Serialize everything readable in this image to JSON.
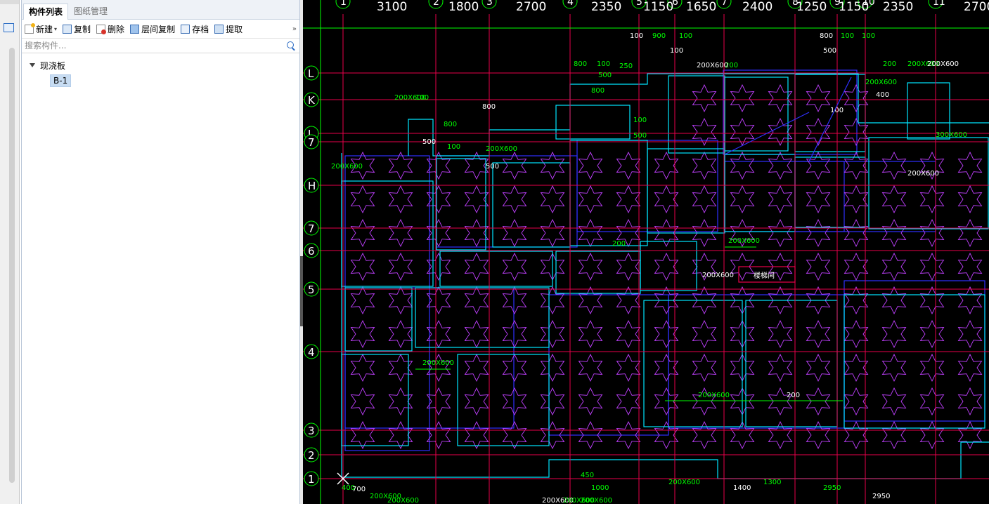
{
  "tabs": [
    {
      "label": "构件列表",
      "active": true
    },
    {
      "label": "图纸管理",
      "active": false
    }
  ],
  "toolbar": {
    "new_label": "新建",
    "copy_label": "复制",
    "delete_label": "删除",
    "floor_copy_label": "层间复制",
    "save_label": "存档",
    "extract_label": "提取",
    "more_label": "»"
  },
  "search": {
    "placeholder": "搜索构件..."
  },
  "tree": {
    "group_label": "现浇板",
    "items": [
      {
        "label": "B-1",
        "selected": true
      }
    ]
  },
  "cad": {
    "background": "#000000",
    "colors": {
      "axis": "#e8004a",
      "wall": "#00e5ff",
      "slab": "#c040ff",
      "beam": "#3030ff",
      "dim": "#00ff00",
      "text": "#ffffff"
    },
    "axis_top_labels": [
      "1",
      "2",
      "3",
      "4",
      "5",
      "6",
      "7",
      "8",
      "9",
      "10",
      "11"
    ],
    "axis_top_dims": [
      "3100",
      "1800",
      "2700",
      "2350",
      "1150",
      "1650",
      "2400",
      "1250",
      "1150",
      "2350",
      "2700"
    ],
    "axis_left_labels": [
      "L",
      "K",
      "J",
      "7",
      "H",
      "7",
      "6",
      "5",
      "4",
      "3",
      "2",
      "1"
    ],
    "annotations": [
      "100",
      "900",
      "100",
      "100",
      "800",
      "100",
      "800",
      "100",
      "100",
      "500",
      "200",
      "200X600",
      "200X600",
      "200X600",
      "100",
      "800",
      "100",
      "500",
      "100",
      "800",
      "100",
      "500",
      "200X600",
      "200",
      "200X600",
      "250",
      "800",
      "400",
      "200",
      "200X600",
      "200X600",
      "200X600",
      "200X600",
      "200",
      "450",
      "1000",
      "1400",
      "1300",
      "2950",
      "2950",
      "400",
      "200X600",
      "500",
      "300X600",
      "200X600",
      "700",
      "500",
      "200X600",
      "200X600",
      "200X600",
      "200X600",
      "200X600",
      "200X600",
      "200X600"
    ],
    "room_label": "楼梯间"
  }
}
